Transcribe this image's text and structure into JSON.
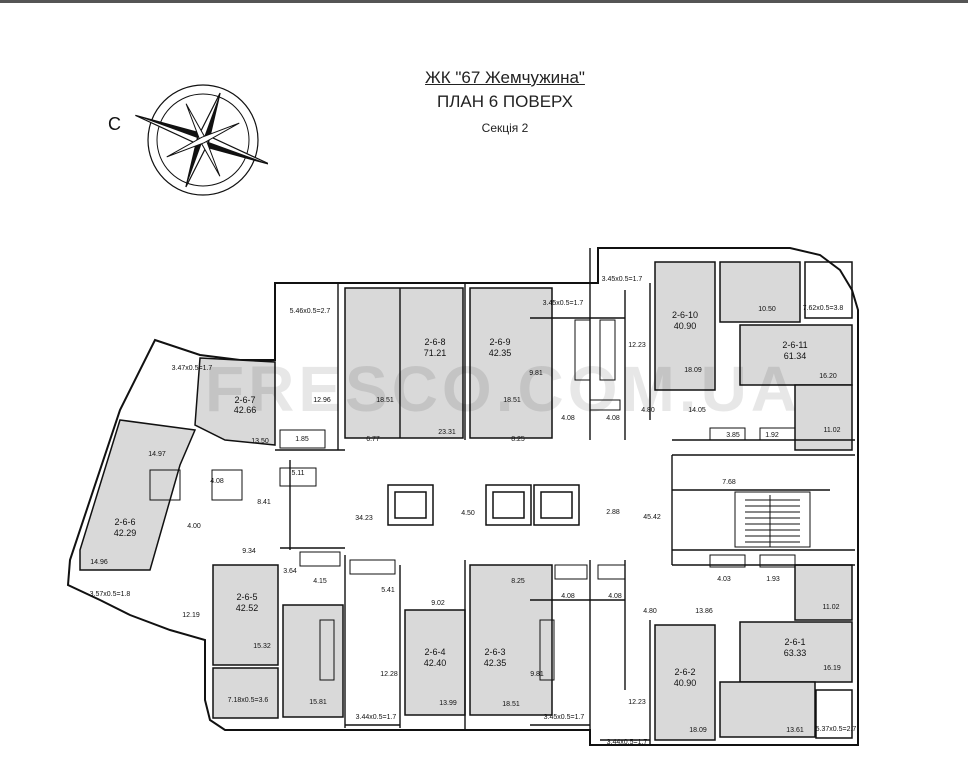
{
  "header": {
    "title": "ЖК \"67 Жемчужина\"",
    "floor_plan": "ПЛАН 6 ПОВЕРХ",
    "section": "Секція 2"
  },
  "compass": {
    "north_label": "С",
    "icon": "compass-rose-icon"
  },
  "watermark": "FRESCO.COM.UA",
  "colors": {
    "apartment_fill": "#d9d9d9",
    "wall": "#111111",
    "corridor": "#ffffff"
  },
  "apartments": [
    {
      "id": "2-6-7",
      "area": "42.66"
    },
    {
      "id": "2-6-8",
      "area": "71.21"
    },
    {
      "id": "2-6-9",
      "area": "42.35"
    },
    {
      "id": "2-6-10",
      "area": "40.90"
    },
    {
      "id": "2-6-11",
      "area": "61.34"
    },
    {
      "id": "2-6-6",
      "area": "42.29"
    },
    {
      "id": "2-6-5",
      "area": "42.52"
    },
    {
      "id": "2-6-4",
      "area": "42.40"
    },
    {
      "id": "2-6-3",
      "area": "42.35"
    },
    {
      "id": "2-6-2",
      "area": "40.90"
    },
    {
      "id": "2-6-1",
      "area": "63.33"
    }
  ],
  "room_areas": [
    "5.46х0.5=2.7",
    "3.47х0.5=1.7",
    "3.45х0.5=1.7",
    "3.45х0.5=1.7",
    "7.62х0.5=3.8",
    "12.96",
    "18.51",
    "23.31",
    "18.51",
    "9.81",
    "12.23",
    "18.09",
    "10.50",
    "16.20",
    "13.50",
    "1.85",
    "6.77",
    "8.25",
    "4.08",
    "4.08",
    "4.80",
    "14.05",
    "3.85",
    "1.92",
    "11.02",
    "14.97",
    "4.08",
    "5.11",
    "8.41",
    "34.23",
    "4.50",
    "2.88",
    "45.42",
    "7.68",
    "4.00",
    "9.34",
    "3.64",
    "4.15",
    "5.41",
    "9.02",
    "8.25",
    "4.08",
    "4.08",
    "4.80",
    "4.03",
    "1.93",
    "13.86",
    "11.02",
    "14.96",
    "3.57х0.5=1.8",
    "12.19",
    "15.32",
    "12.28",
    "9.81",
    "12.23",
    "16.19",
    "7.18х0.5=3.6",
    "15.81",
    "3.44х0.5=1.7",
    "13.99",
    "18.51",
    "3.45х0.5=1.7",
    "3.44х0.5=1.7",
    "18.09",
    "13.61",
    "5.37х0.5=2.7"
  ]
}
